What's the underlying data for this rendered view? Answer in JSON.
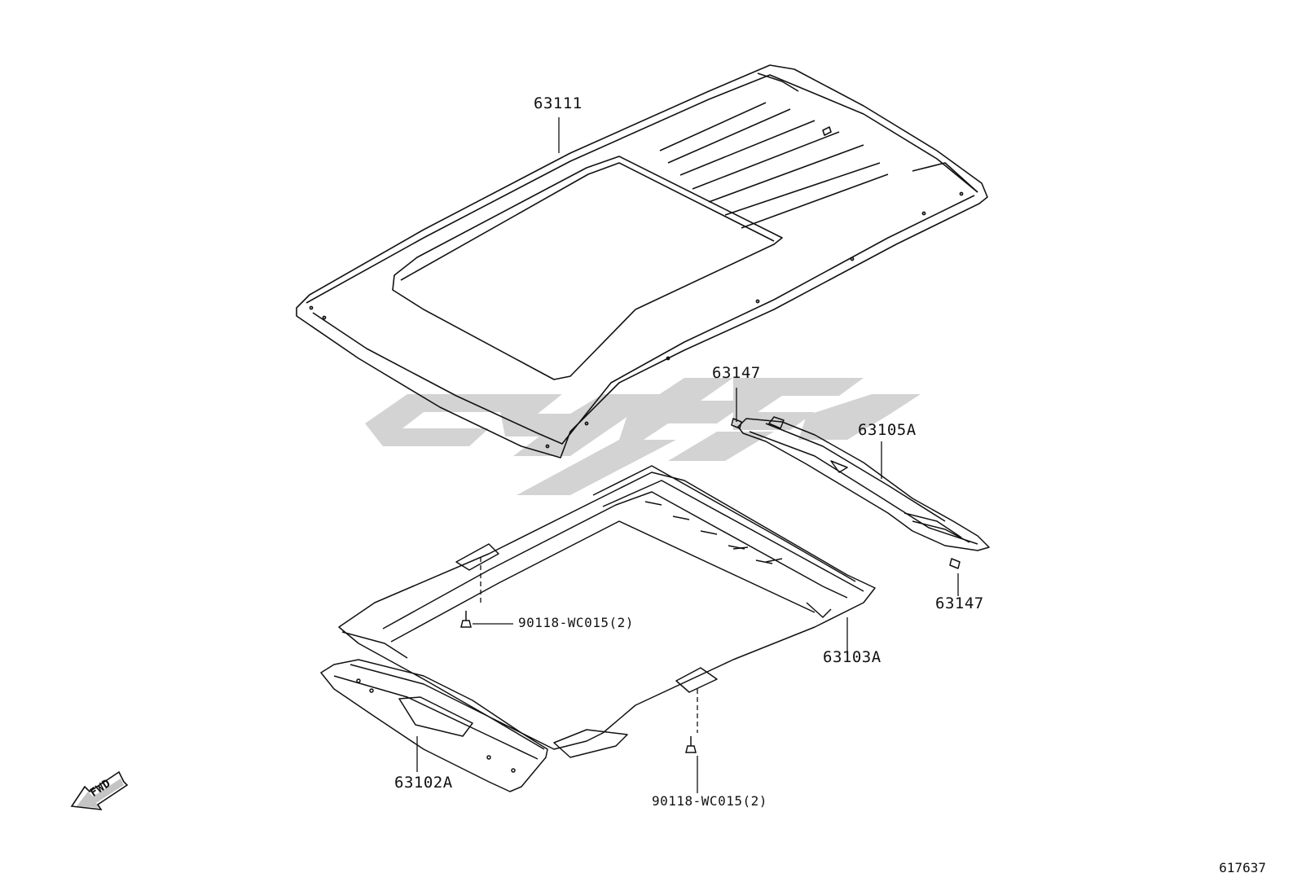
{
  "diagram": {
    "parts": {
      "roof_panel": "63111",
      "roof_bow_clip_upper": "63147",
      "rear_roof_rail": "63105A",
      "roof_bow_clip_lower": "63147",
      "sunroof_reinforcement": "63103A",
      "bolt_right": "90118-WC015(2)",
      "front_header_panel": "63102A",
      "bolt_bottom": "90118-WC015(2)"
    },
    "fwd_label": "FWD",
    "document_id": "617637"
  },
  "colors": {
    "line": "#111111",
    "watermark": "#d2d2d2"
  }
}
